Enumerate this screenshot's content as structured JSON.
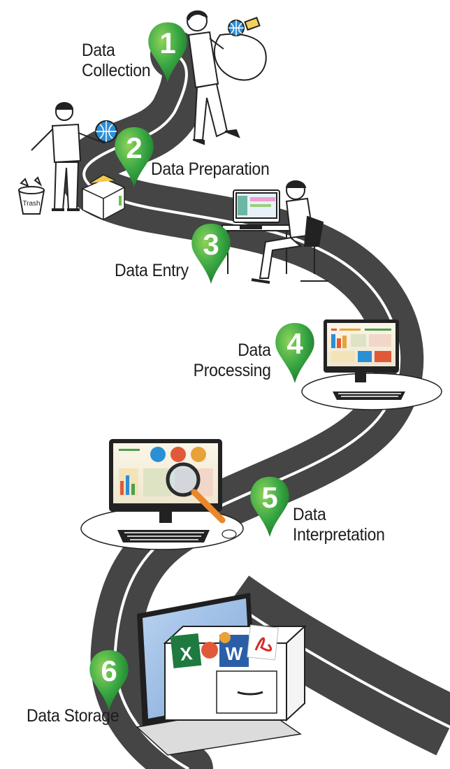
{
  "steps": [
    {
      "number": "1",
      "title_lines": [
        "Data",
        "Collection"
      ]
    },
    {
      "number": "2",
      "title_lines": [
        "Data Preparation"
      ]
    },
    {
      "number": "3",
      "title_lines": [
        "Data Entry"
      ]
    },
    {
      "number": "4",
      "title_lines": [
        "Data",
        "Processing"
      ]
    },
    {
      "number": "5",
      "title_lines": [
        "Data",
        "Interpretation"
      ]
    },
    {
      "number": "6",
      "title_lines": [
        "Data Storage"
      ]
    }
  ],
  "trash_label": "Trash",
  "colors": {
    "road": "#4a4a4a",
    "road_line": "#ffffff",
    "pin_green": "#2e9e3e",
    "pin_green_light": "#6cc24a"
  },
  "icons": [
    "person-carrying-sack-icon",
    "person-with-globe-icon",
    "trash-bin-icon",
    "open-box-icon",
    "person-at-computer-icon",
    "monitor-dashboard-icon",
    "magnifier-icon",
    "file-drawer-icon",
    "excel-icon",
    "word-icon",
    "pdf-icon"
  ]
}
